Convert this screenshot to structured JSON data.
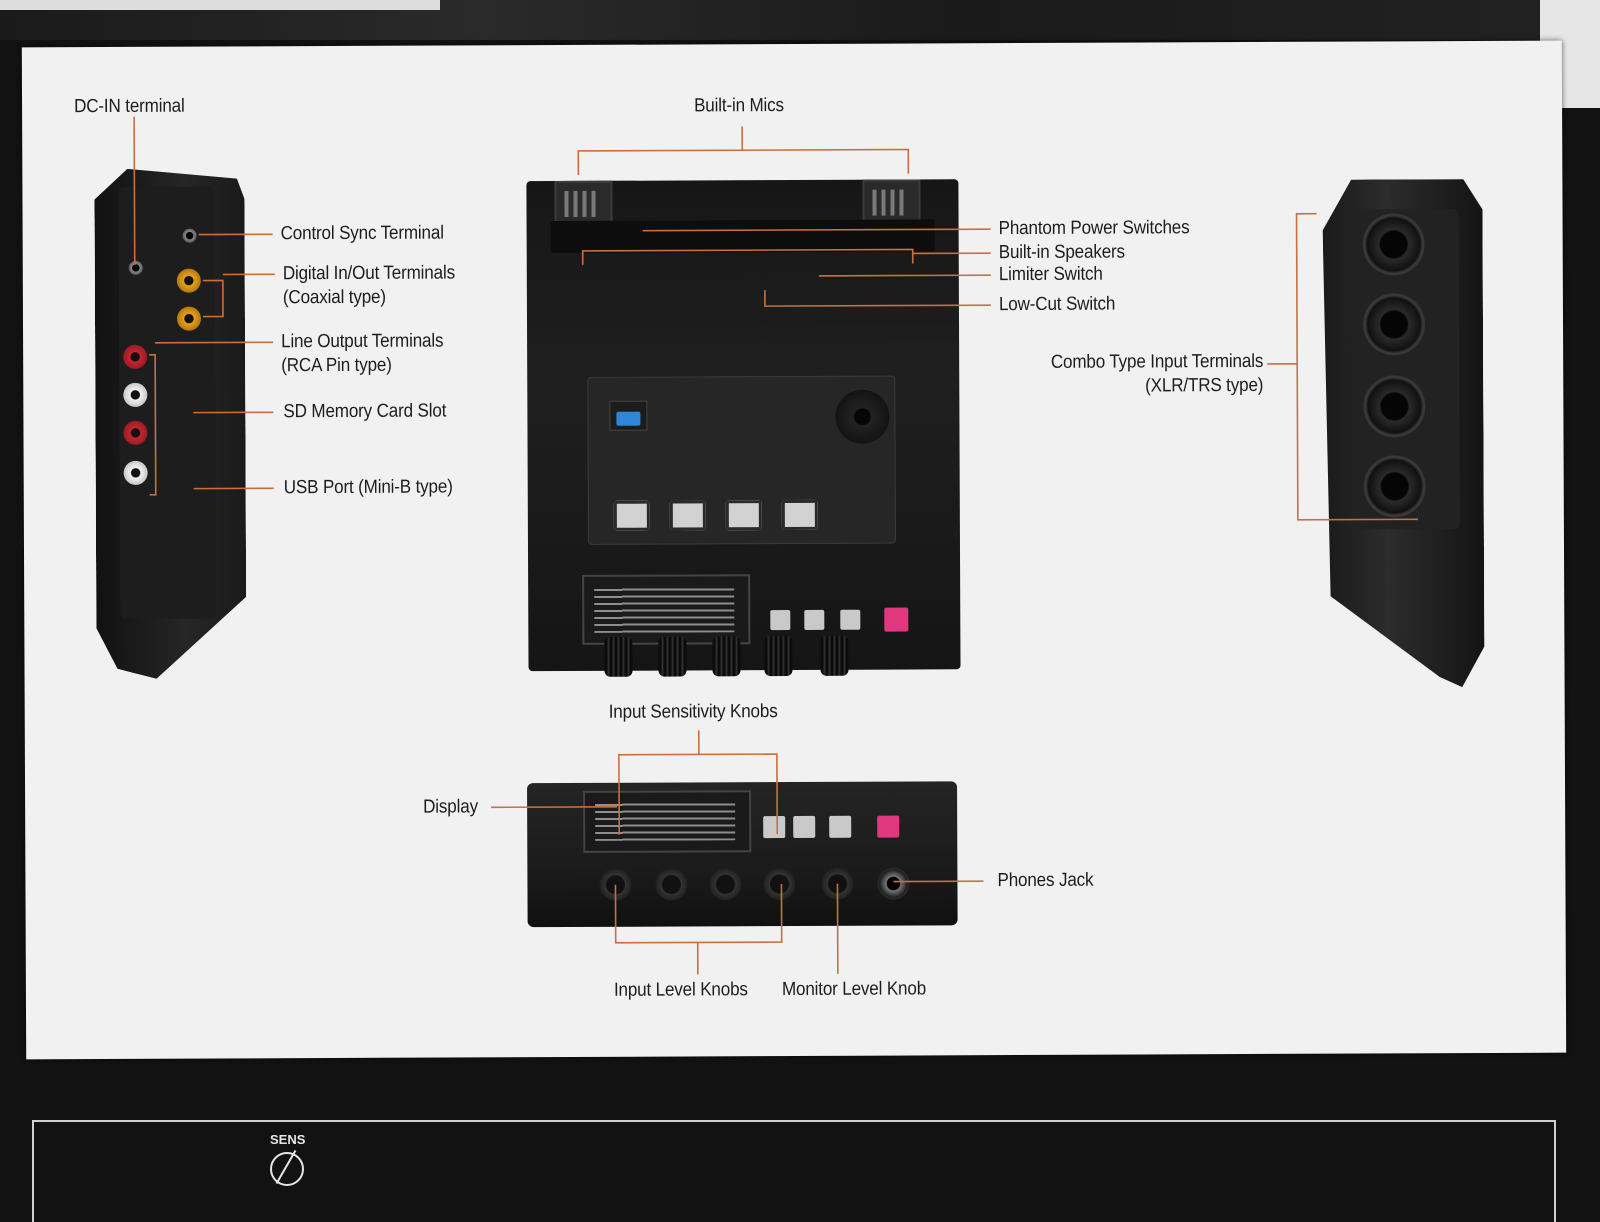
{
  "labels": {
    "dc_in": "DC-IN terminal",
    "builtin_mics": "Built-in Mics",
    "control_sync": "Control Sync Terminal",
    "digital_io": "Digital In/Out Terminals",
    "digital_io_sub": "(Coaxial type)",
    "line_output": "Line Output Terminals",
    "line_output_sub": "(RCA Pin type)",
    "sd_slot": "SD Memory Card Slot",
    "usb_port": "USB Port (Mini-B type)",
    "phantom": "Phantom Power Switches",
    "speakers": "Built-in Speakers",
    "limiter": "Limiter Switch",
    "lowcut": "Low-Cut Switch",
    "combo": "Combo Type Input Terminals",
    "combo_sub": "(XLR/TRS type)",
    "input_sensitivity": "Input Sensitivity Knobs",
    "display": "Display",
    "phones_jack": "Phones Jack",
    "input_level": "Input Level Knobs",
    "monitor_level": "Monitor Level Knob"
  },
  "footer": {
    "sens": "SENS"
  },
  "colors": {
    "leader_line": "#c8703f",
    "card": "#f1f1f1",
    "background": "#121212",
    "power_button": "#2f86d6",
    "rec_button": "#e0387f"
  }
}
